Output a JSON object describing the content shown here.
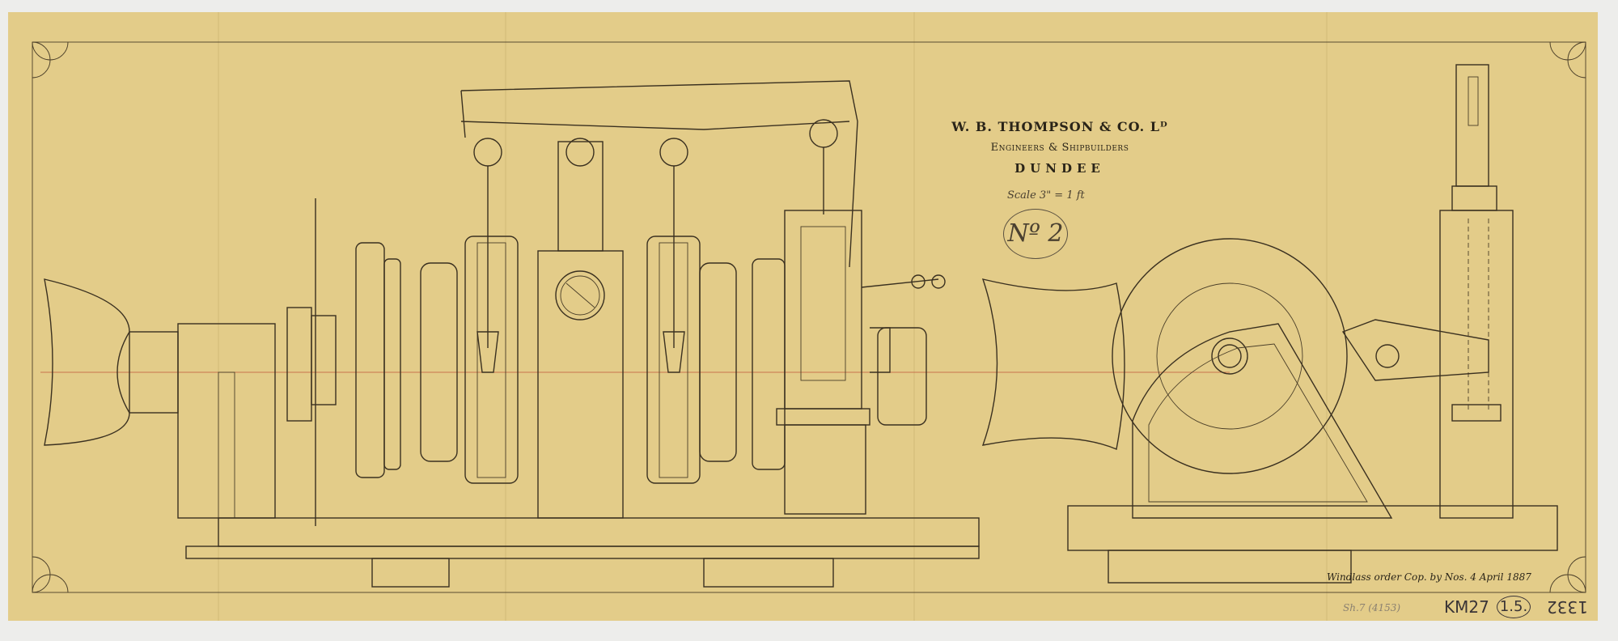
{
  "drawing": {
    "company": "W. B. THOMPSON & CO. Lᴰ",
    "subtitle": "Engineers & Shipbuilders",
    "city": "DUNDEE",
    "scale": "Scale 3\" = 1 ft",
    "drawing_number": "Nº 2"
  },
  "annotations": {
    "handwritten_note": "Windlass order Cop. by Nos. 4 April 1887",
    "pencil_ref": "Sh.7 (4153)",
    "archive_code": "KM27",
    "sheet_ref": "1.5.",
    "inverted_number": "1332"
  },
  "colors": {
    "paper": "#e3cc89",
    "ink": "#3a3020",
    "centerline": "#c0583a"
  }
}
